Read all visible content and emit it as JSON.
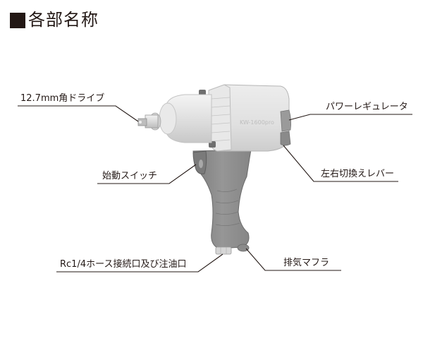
{
  "header": {
    "title": "各部名称",
    "bullet_icon": "black-square-icon"
  },
  "illustration": {
    "subject": "impact-wrench",
    "model_marking": "KW-1600pro"
  },
  "callouts": [
    {
      "id": "square-drive",
      "label": "12.7mm角ドライブ"
    },
    {
      "id": "power-regulator",
      "label": "パワーレギュレータ"
    },
    {
      "id": "forward-reverse-lever",
      "label": "左右切換えレバー"
    },
    {
      "id": "trigger",
      "label": "始動スイッチ"
    },
    {
      "id": "air-inlet",
      "label": "Rc1/4ホース接続口及び注油口"
    },
    {
      "id": "exhaust-muffler",
      "label": "排気マフラ"
    }
  ],
  "colors": {
    "text": "#231815",
    "leader_line": "#231815",
    "housing_light": "#e6e6e6",
    "housing_mid": "#cfcfcf",
    "grip": "#8a8a8a",
    "grip_dark": "#6e6e6e"
  }
}
